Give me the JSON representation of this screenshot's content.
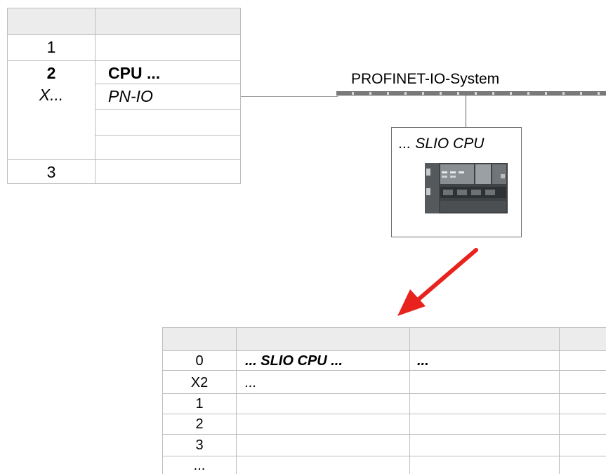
{
  "config_table": {
    "rows": [
      {
        "slot": "1"
      },
      {
        "slot": "2",
        "module": "CPU ...",
        "sub_slot": "X...",
        "sub_module": "PN-IO"
      },
      {
        "slot": "3"
      }
    ]
  },
  "network": {
    "label": "PROFINET-IO-System",
    "color": "#7a7a7a"
  },
  "device": {
    "label": "... SLIO CPU",
    "image_icon": "slio-cpu-module-image"
  },
  "arrow": {
    "color": "#e8231e",
    "icon": "red-diagonal-arrow-icon"
  },
  "device_table": {
    "rows": [
      {
        "slot": "0",
        "module": "... SLIO CPU ...",
        "col3": "..."
      },
      {
        "slot": "X2",
        "module": "..."
      },
      {
        "slot": "1"
      },
      {
        "slot": "2"
      },
      {
        "slot": "3"
      },
      {
        "slot": "..."
      }
    ]
  }
}
